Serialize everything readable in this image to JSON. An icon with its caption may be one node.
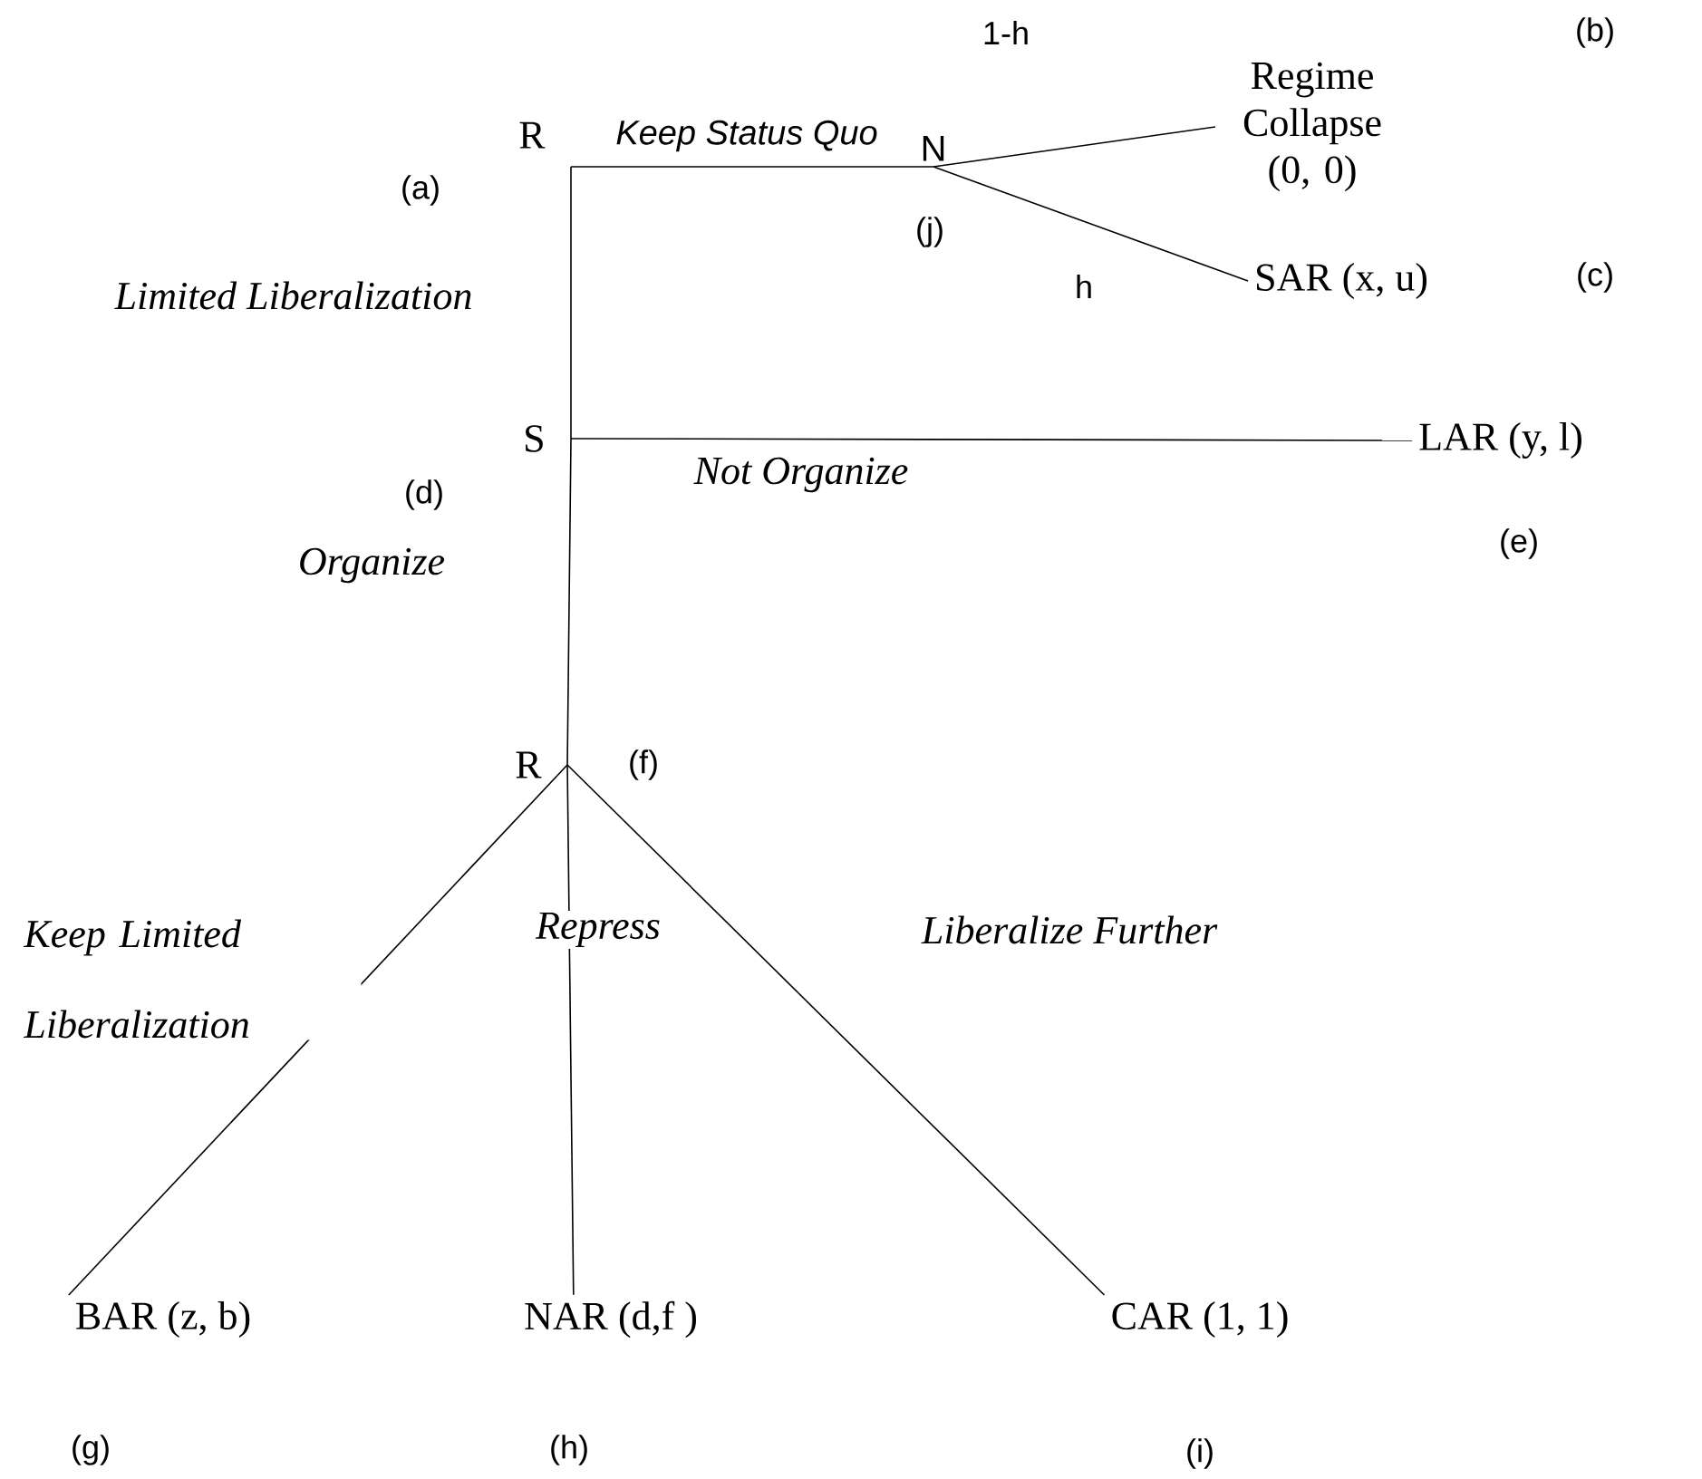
{
  "diagram": {
    "nodes": [
      {
        "text": [
          "R"
        ],
        "beside": [
          "(a)"
        ]
      },
      {
        "text": [
          "N"
        ],
        "beside": [
          "(j)"
        ]
      },
      {
        "text": [
          "Regime Collapse (0, 0)"
        ]
      },
      {
        "text": [
          "SAR (x, u)"
        ]
      },
      {
        "text": [
          "S"
        ],
        "beside": [
          "(d)"
        ]
      },
      {
        "text": [
          "LAR (y, l)"
        ],
        "beside": [
          "(e)"
        ]
      },
      {
        "text": [
          "R"
        ],
        "beside": [
          "(f)"
        ]
      },
      {
        "text": [
          "BAR (z, b)"
        ],
        "beside": [
          "(g)"
        ]
      },
      {
        "text": [
          "NAR (d,f )"
        ],
        "beside": [
          "(h)"
        ]
      },
      {
        "text": [
          "CAR (1, 1)"
        ],
        "beside": [
          "(i)"
        ]
      }
    ],
    "edges": [
      {
        "from": 0,
        "to": 1,
        "arrow": "none",
        "label": "Keep Status Quo"
      },
      {
        "from": 0,
        "to": 4,
        "arrow": "none",
        "label": "Limited Liberalization"
      },
      {
        "from": 1,
        "to": 2,
        "arrow": "none",
        "label": "1-h"
      },
      {
        "from": 1,
        "to": 3,
        "arrow": "none",
        "label": "h"
      },
      {
        "from": 4,
        "to": 5,
        "arrow": "none",
        "label": "Not Organize"
      },
      {
        "from": 4,
        "to": 6,
        "arrow": "none",
        "label": "Organize"
      },
      {
        "from": 6,
        "to": 7,
        "arrow": "none",
        "label": "Keep Limited Liberalization"
      },
      {
        "from": 6,
        "to": 8,
        "arrow": "none",
        "label": "Repress"
      },
      {
        "from": 6,
        "to": 9,
        "arrow": "none",
        "label": "Liberalize Further"
      }
    ],
    "labels": [
      "(b)",
      "(c)"
    ]
  }
}
